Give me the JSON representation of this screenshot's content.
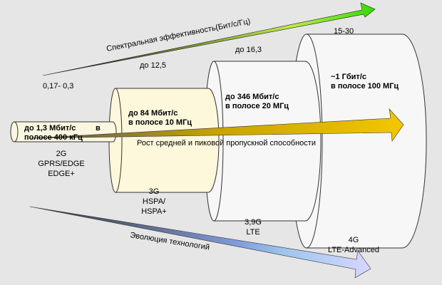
{
  "spectral_arrow": {
    "label": "Спектральная эффективность(Бит/с/Гц)",
    "values": [
      "0,17- 0,3",
      "до 12,5",
      "до 16,3",
      "15-30"
    ]
  },
  "generations": [
    {
      "speed_line1": "до 1,3 Мбит/с",
      "speed_line2": "полосе 400 кГц",
      "speed_in": "в",
      "tech": [
        "2G",
        "GPRS/EDGE",
        "EDGE+"
      ]
    },
    {
      "speed_line1": "до 84 Мбит/с",
      "speed_line2": "в полосе 10 МГц",
      "tech": [
        "3G",
        "HSPA/",
        "HSPA+"
      ]
    },
    {
      "speed_line1": "до 346 Мбит/с",
      "speed_line2": "в полосе 20 МГц",
      "tech": [
        "3,9G",
        "LTE"
      ]
    },
    {
      "speed_line1": "~1 Гбит/с",
      "speed_line2": "в полосе 100 МГц",
      "tech": [
        "4G",
        "LTE-Advanced"
      ]
    }
  ],
  "throughput_arrow": {
    "label": "Рост средней и пиковой пропускной способности"
  },
  "evolution_arrow": {
    "label": "Эволюция технологий"
  },
  "colors": {
    "background": "#e6e6e6",
    "cylinder_fill": "#f7f7f7",
    "cylinder_2g": "#fbf6e0",
    "cylinder_3g": "#fdf7dc",
    "spectral_start": "#1a1a1a",
    "spectral_end": "#33dd00",
    "throughput_start": "#555555",
    "throughput_end": "#f2c600",
    "evolution_start": "#333333",
    "evolution_end": "#d8d6ff"
  }
}
